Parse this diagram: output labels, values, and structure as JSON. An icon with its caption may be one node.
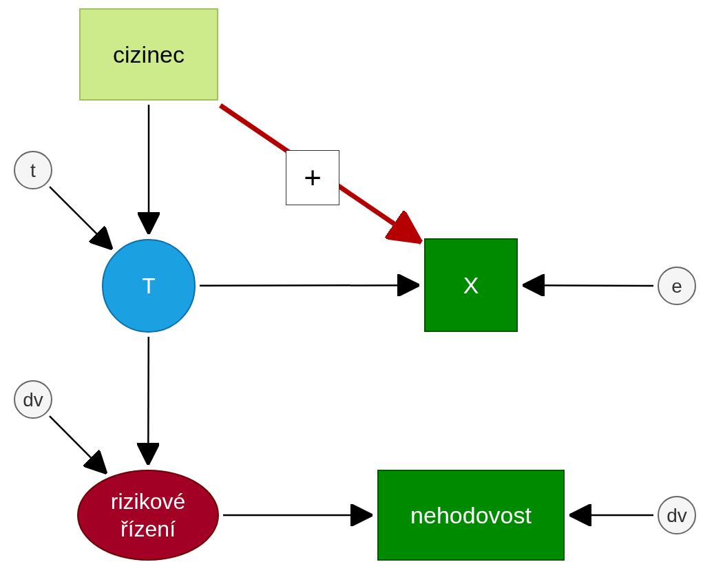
{
  "diagram": {
    "nodes": [
      {
        "text": [
          "cizinec"
        ]
      },
      {
        "text": [
          "t"
        ]
      },
      {
        "text": [
          "T"
        ]
      },
      {
        "text": [
          "X"
        ]
      },
      {
        "text": [
          "e"
        ]
      },
      {
        "text": [
          "dv"
        ]
      },
      {
        "text": [
          "rizikové řízení"
        ]
      },
      {
        "text": [
          "nehodovost"
        ]
      },
      {
        "text": [
          "dv"
        ]
      }
    ],
    "edges": [
      {
        "from": 0,
        "to": 2,
        "arrow": "to"
      },
      {
        "from": 0,
        "to": 3,
        "arrow": "to",
        "label": "+",
        "style": "thick",
        "color": "#b40000"
      },
      {
        "from": 1,
        "to": 2,
        "arrow": "to"
      },
      {
        "from": 2,
        "to": 3,
        "arrow": "to"
      },
      {
        "from": 4,
        "to": 3,
        "arrow": "to"
      },
      {
        "from": 2,
        "to": 6,
        "arrow": "to"
      },
      {
        "from": 5,
        "to": 6,
        "arrow": "to"
      },
      {
        "from": 6,
        "to": 7,
        "arrow": "to"
      },
      {
        "from": 8,
        "to": 7,
        "arrow": "to"
      }
    ]
  }
}
